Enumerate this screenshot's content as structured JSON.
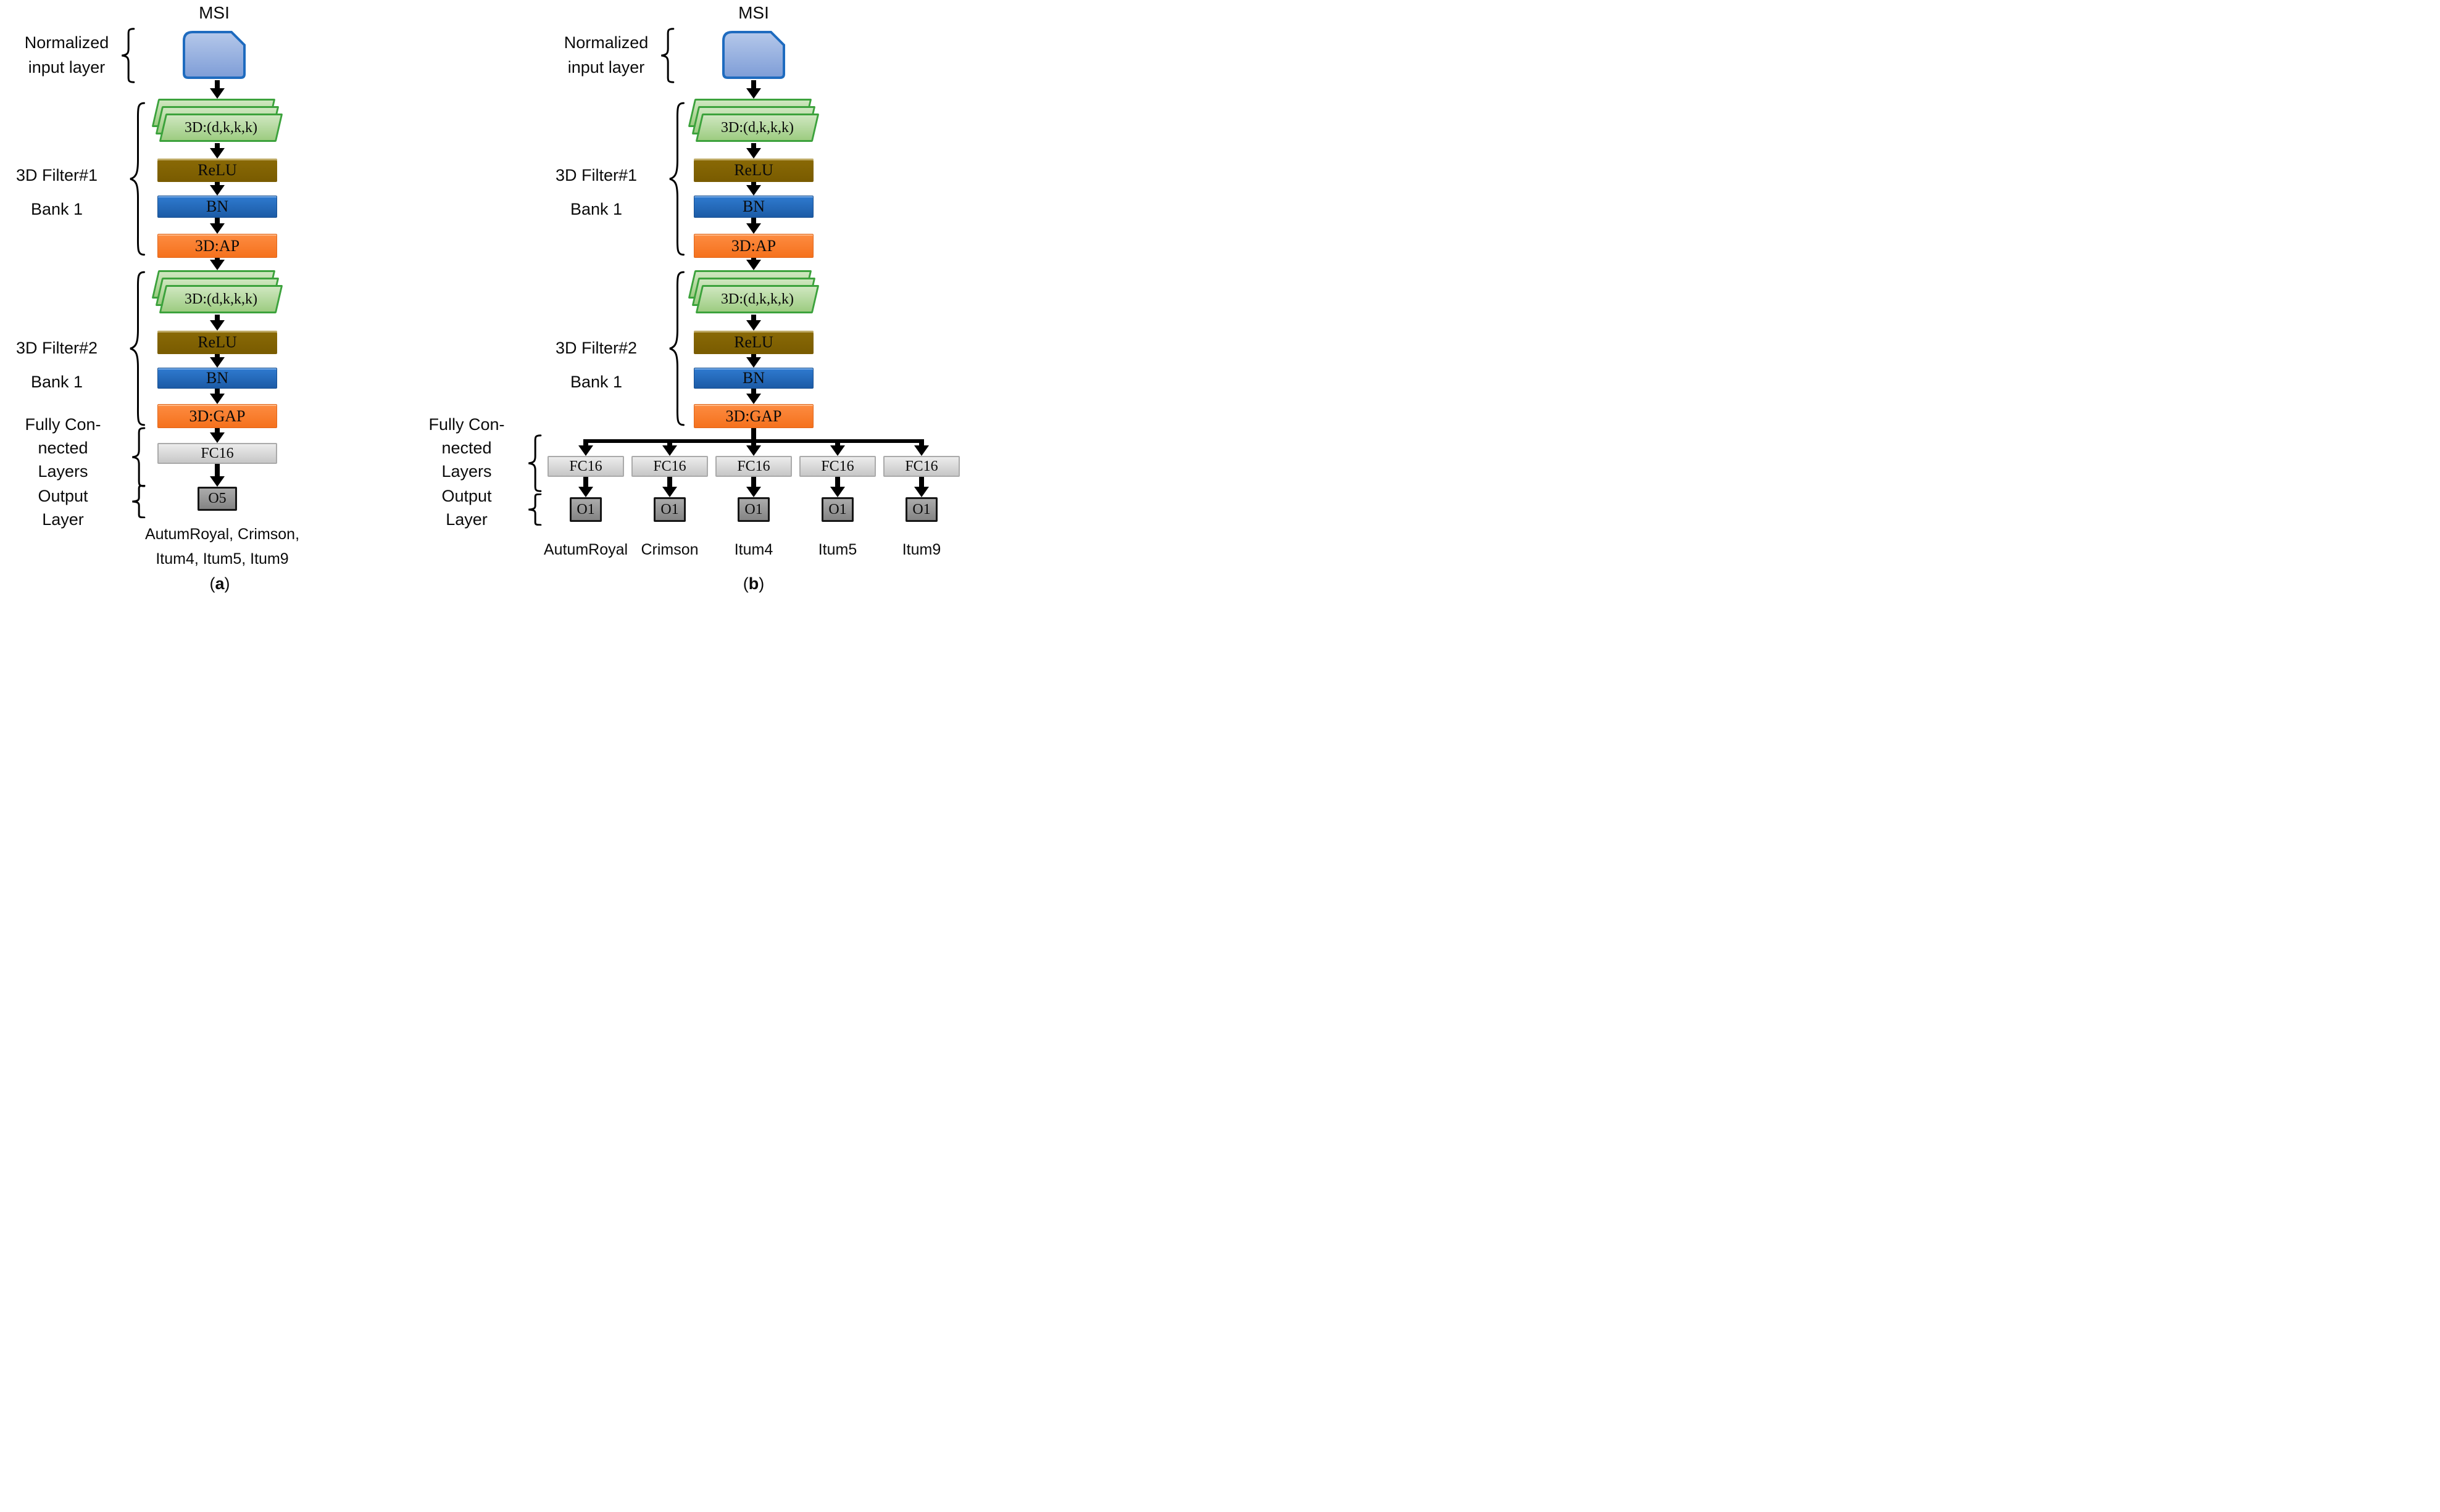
{
  "palette": {
    "input_fill_top": "#b5c8ea",
    "input_fill_bottom": "#7e9dd7",
    "input_border": "#1e6bbf",
    "conv_fill": "#a9d18e",
    "conv_border": "#3ca23c",
    "relu_fill": "#7d5f00",
    "bn_fill": "#2470c2",
    "pool_fill": "#f97c28",
    "fc_fill": "#d6d6d6",
    "fc_border": "#aaaaaa",
    "output_fill": "#9b9b9b",
    "output_border": "#161616",
    "arrow": "#000000",
    "text": "#0b0b0b"
  },
  "panel_a": {
    "msi": "MSI",
    "input_label_line1": "Normalized",
    "input_label_line2": "input layer",
    "filter1_line1": "3D Filter#1",
    "filter1_line2": "Bank 1",
    "filter2_line1": "3D Filter#2",
    "filter2_line2": "Bank 1",
    "conv1": "3D:(d,k,k,k)",
    "relu1": "ReLU",
    "bn1": "BN",
    "pool1": "3D:AP",
    "conv2": "3D:(d,k,k,k)",
    "relu2": "ReLU",
    "bn2": "BN",
    "pool2": "3D:GAP",
    "fc_label_line1": "Fully Con-",
    "fc_label_line2": "nected",
    "fc_label_line3": "Layers",
    "output_label_line1": "Output",
    "output_label_line2": "Layer",
    "fc": "FC16",
    "out": "O5",
    "classes_line1": "AutumRoyal, Crimson,",
    "classes_line2": "Itum4, Itum5, Itum9",
    "caption": {
      "open": "(",
      "letter": "a",
      "close": ")"
    }
  },
  "panel_b": {
    "msi": "MSI",
    "input_label_line1": "Normalized",
    "input_label_line2": "input layer",
    "filter1_line1": "3D Filter#1",
    "filter1_line2": "Bank 1",
    "filter2_line1": "3D Filter#2",
    "filter2_line2": "Bank 1",
    "conv1": "3D:(d,k,k,k)",
    "relu1": "ReLU",
    "bn1": "BN",
    "pool1": "3D:AP",
    "conv2": "3D:(d,k,k,k)",
    "relu2": "ReLU",
    "bn2": "BN",
    "pool2": "3D:GAP",
    "fc_label_line1": "Fully Con-",
    "fc_label_line2": "nected",
    "fc_label_line3": "Layers",
    "output_label_line1": "Output",
    "output_label_line2": "Layer",
    "branches": [
      {
        "fc": "FC16",
        "out": "O1",
        "label": "AutumRoyal"
      },
      {
        "fc": "FC16",
        "out": "O1",
        "label": "Crimson"
      },
      {
        "fc": "FC16",
        "out": "O1",
        "label": "Itum4"
      },
      {
        "fc": "FC16",
        "out": "O1",
        "label": "Itum5"
      },
      {
        "fc": "FC16",
        "out": "O1",
        "label": "Itum9"
      }
    ],
    "caption": {
      "open": "(",
      "letter": "b",
      "close": ")"
    }
  }
}
